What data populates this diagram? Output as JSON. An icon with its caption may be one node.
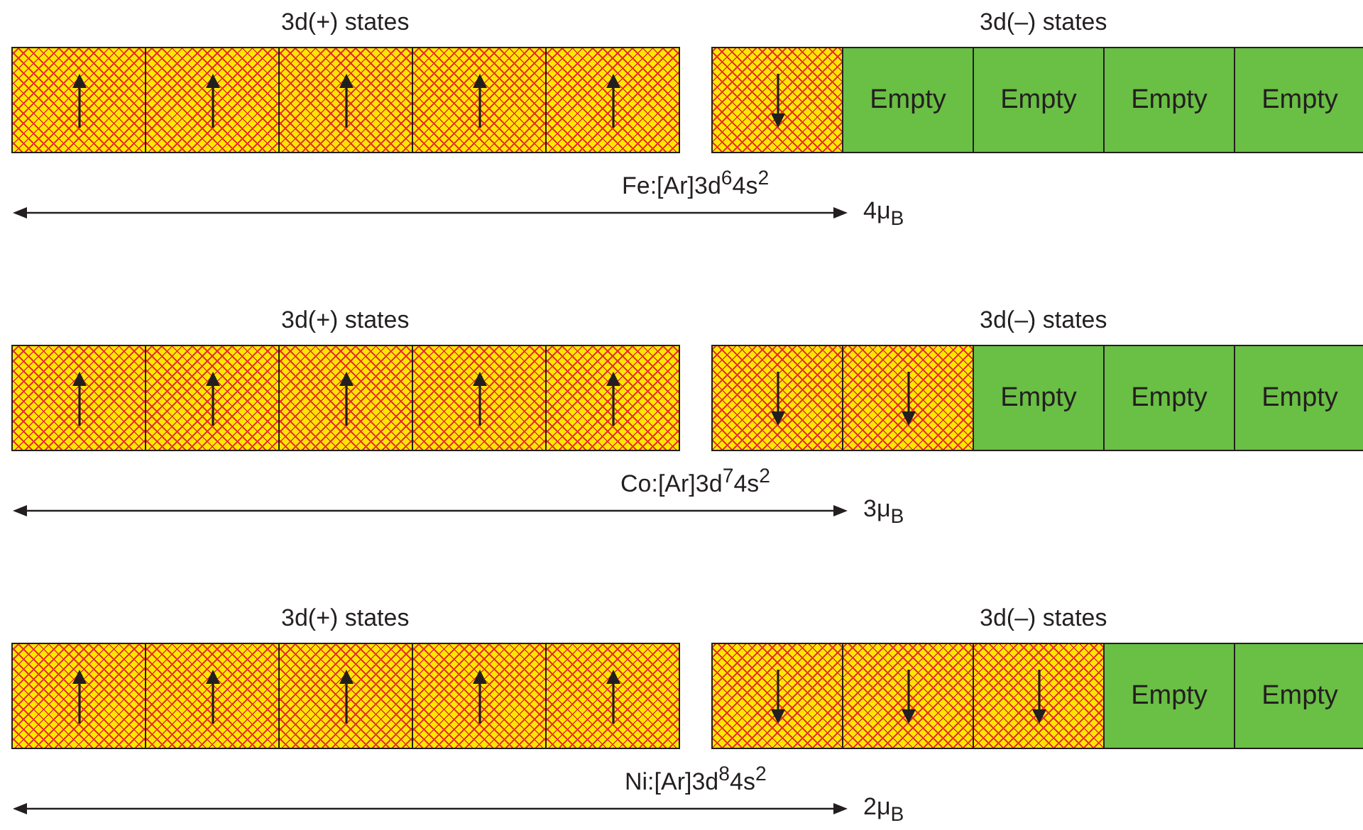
{
  "diagram": {
    "nodes": [
      {
        "text": [],
        "shape": "box"
      },
      {
        "text": [],
        "shape": "box"
      },
      {
        "text": [],
        "shape": "box"
      },
      {
        "text": [],
        "shape": "box"
      },
      {
        "text": [],
        "shape": "box"
      },
      {
        "text": [],
        "shape": "box"
      },
      {
        "text": [
          "Empty"
        ]
      },
      {
        "text": [
          "Empty"
        ]
      },
      {
        "text": [
          "Empty"
        ]
      },
      {
        "text": [
          "Empty"
        ]
      },
      {
        "text": [],
        "shape": "box"
      },
      {
        "text": [],
        "shape": "box"
      },
      {
        "text": [],
        "shape": "box"
      },
      {
        "text": [],
        "shape": "box"
      },
      {
        "text": [],
        "shape": "box"
      },
      {
        "text": [],
        "shape": "box"
      },
      {
        "text": [],
        "shape": "box"
      },
      {
        "text": [
          "Empty"
        ]
      },
      {
        "text": [
          "Empty"
        ]
      },
      {
        "text": [
          "Empty"
        ]
      },
      {
        "text": [],
        "shape": "box"
      },
      {
        "text": [],
        "shape": "box"
      },
      {
        "text": [],
        "shape": "box"
      },
      {
        "text": [],
        "shape": "box"
      },
      {
        "text": [],
        "shape": "box"
      },
      {
        "text": [],
        "shape": "box"
      },
      {
        "text": [],
        "shape": "box"
      },
      {
        "text": [],
        "shape": "box"
      },
      {
        "text": [
          "Empty"
        ]
      },
      {
        "text": [
          "Empty"
        ]
      }
    ],
    "edges": [],
    "labels": [
      "3d(+) states",
      "3d(–) states",
      "Fe:[Ar]3d$^{6}$4s$^{2}$",
      "4μ$_{B}$",
      "3d(+) states",
      "3d(–) states",
      "Co:[Ar]3d$^{7}$4s$^{2}$",
      "3μ$_{B}$",
      "3d(+) states",
      "3d(–) states",
      "Ni:[Ar]3d$^{8}$4s$^{2}$",
      "2μ$_{B}$"
    ]
  }
}
